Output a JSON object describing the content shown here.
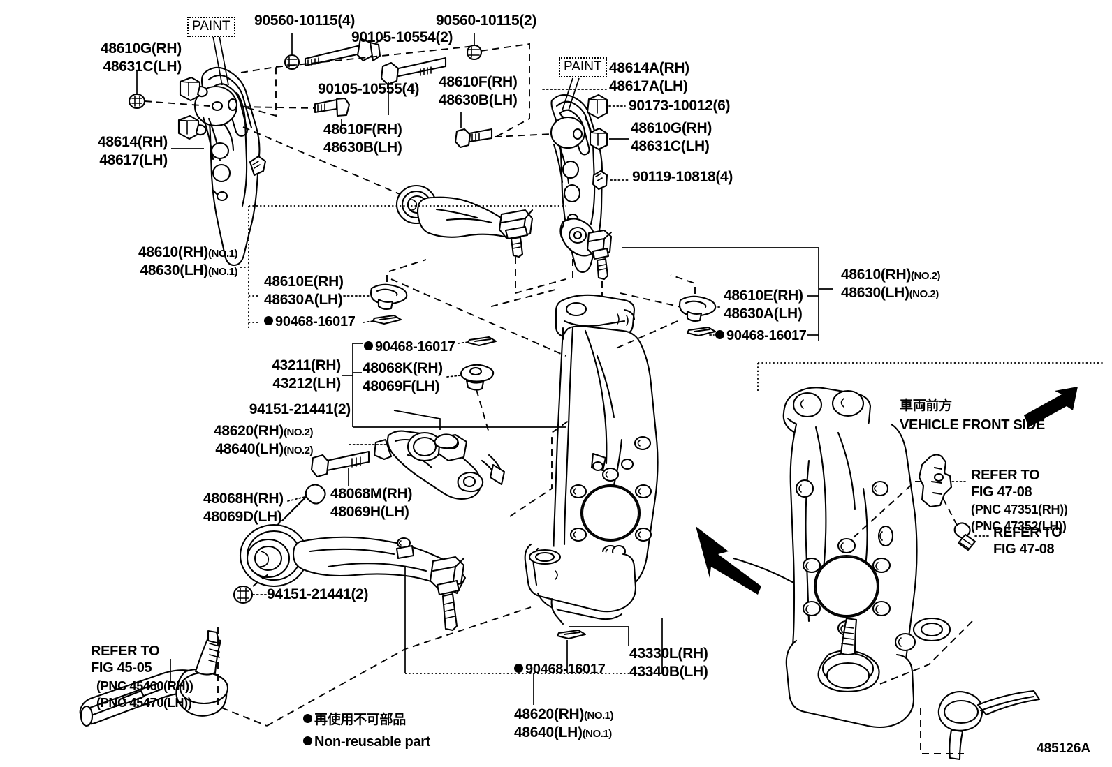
{
  "figure": {
    "id": "485126A",
    "paint_label": "PAINT"
  },
  "legend": {
    "japanese": "再使用不可部品",
    "english": "Non-reusable part"
  },
  "inset": {
    "front_japanese": "車両前方",
    "front_english": "VEHICLE FRONT SIDE",
    "refer_a_line1": "REFER TO",
    "refer_a_line2": "FIG 47-08",
    "refer_a_line3": "(PNC 47351(RH))",
    "refer_a_line4": "(PNC 47352(LH))",
    "refer_b_line1": "REFER TO",
    "refer_b_line2": "FIG 47-08"
  },
  "refer_4505": {
    "line1": "REFER TO",
    "line2": "FIG 45-05",
    "line3": "(PNC 45460(RH))",
    "line4": "(PNC 45470(LH))"
  },
  "labels": {
    "upper_left_bracket_top": {
      "rh": "48610G(RH)",
      "lh": "48631C(LH)"
    },
    "upper_left_arm": {
      "rh": "48614(RH)",
      "lh": "48617(LH)"
    },
    "bolt_90560_4": "90560-10115(4)",
    "bolt_90105_10554": "90105-10554(2)",
    "bolt_90105_10555": "90105-10555(4)",
    "bolt_90560_2": "90560-10115(2)",
    "upper_left_48610F": {
      "rh": "48610F(RH)",
      "lh": "48630B(LH)"
    },
    "mid_48610F": {
      "rh": "48610F(RH)",
      "lh": "48630B(LH)"
    },
    "upper_right_arm": {
      "rh": "48614A(RH)",
      "lh": "48617A(LH)"
    },
    "nut_90173": "90173-10012(6)",
    "upper_right_48610G": {
      "rh": "48610G(RH)",
      "lh": "48631C(LH)"
    },
    "bolt_90119": "90119-10818(4)",
    "assy_no1": {
      "rh": "48610(RH)",
      "rh_sub": "(NO.1)",
      "lh": "48630(LH)",
      "lh_sub": "(NO.1)"
    },
    "assy_no2": {
      "rh": "48610(RH)",
      "rh_sub": "(NO.2)",
      "lh": "48630(LH)",
      "lh_sub": "(NO.2)"
    },
    "boot_left": {
      "rh": "48610E(RH)",
      "lh": "48630A(LH)"
    },
    "boot_right": {
      "rh": "48610E(RH)",
      "lh": "48630A(LH)"
    },
    "clip_left": "90468-16017",
    "clip_right": "90468-16017",
    "clip_mid": "90468-16017",
    "clip_bottom": "90468-16017",
    "knuckle": {
      "rh": "43211(RH)",
      "lh": "43212(LH)"
    },
    "nut_48068K": {
      "rh": "48068K(RH)",
      "lh": "48069F(LH)"
    },
    "nut_94151_top": "94151-21441(2)",
    "nut_94151_mid": "94151-21441(2)",
    "nut_94151_bottom": "94151-21441(2)",
    "lower_arm_no2": {
      "rh": "48620(RH)",
      "rh_sub": "(NO.2)",
      "lh": "48640(LH)",
      "lh_sub": "(NO.2)"
    },
    "bolt_48068H": {
      "rh": "48068H(RH)",
      "lh": "48069D(LH)"
    },
    "bolt_48068M": {
      "rh": "48068M(RH)",
      "lh": "48069H(LH)"
    },
    "ball_joint": {
      "rh": "43330L(RH)",
      "lh": "43340B(LH)"
    },
    "lower_arm_no1": {
      "rh": "48620(RH)",
      "rh_sub": "(NO.1)",
      "lh": "48640(LH)",
      "lh_sub": "(NO.1)"
    }
  }
}
